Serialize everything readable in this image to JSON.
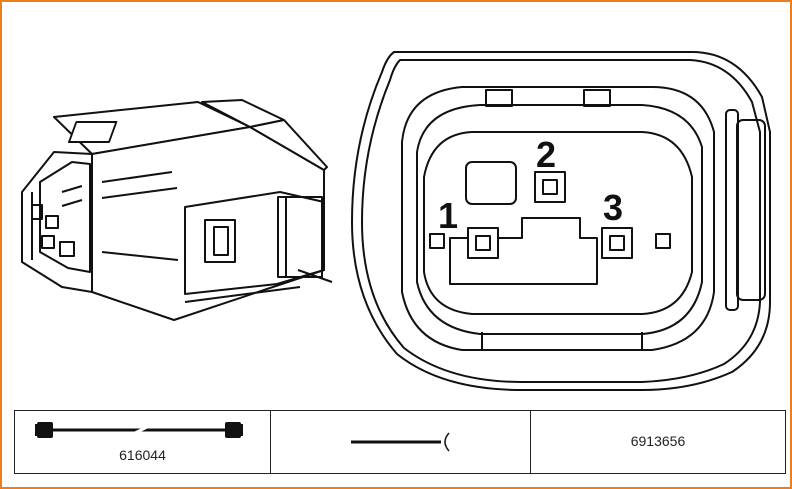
{
  "diagram": {
    "pin_labels": [
      "1",
      "2",
      "3"
    ]
  },
  "table": {
    "cable_code": "616044",
    "part_number": "6913656"
  },
  "colors": {
    "frame": "#f07d1a",
    "line": "#111111"
  },
  "icons": {
    "cable": "cable-with-end-caps-icon",
    "wire": "wire-end-icon"
  }
}
